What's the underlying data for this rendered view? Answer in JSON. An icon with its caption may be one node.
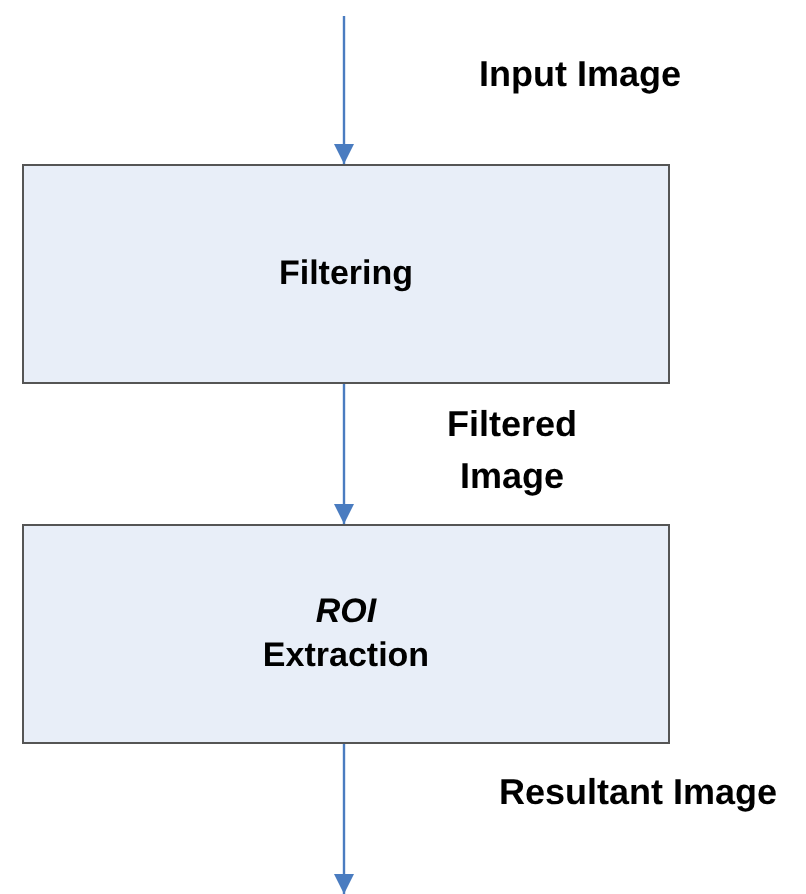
{
  "diagram": {
    "nodes": [
      {
        "text": [
          "Filtering"
        ]
      },
      {
        "text": [
          "*ROI* Extraction"
        ]
      }
    ],
    "edges": [
      {
        "from": null,
        "to": 0,
        "arrow": "to",
        "label": "Input Image"
      },
      {
        "from": 0,
        "to": 1,
        "arrow": "to",
        "label": "Filtered Image"
      },
      {
        "from": 1,
        "to": null,
        "arrow": "to",
        "label": "Resultant Image"
      }
    ]
  }
}
